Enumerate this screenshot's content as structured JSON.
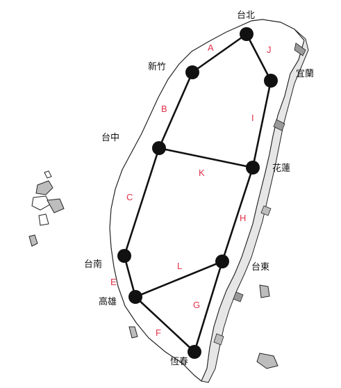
{
  "colors": {
    "background": "#ffffff",
    "outline": "#222222",
    "coast_shading": "#9a9a9a",
    "edge": "#111111",
    "node": "#111111",
    "edge_label": "#e0304a",
    "city_label": "#111111"
  },
  "cities": {
    "taipei": "台北",
    "hsinchu": "新竹",
    "yilan": "宜蘭",
    "taichung": "台中",
    "hualien": "花蓮",
    "tainan": "台南",
    "taitung": "台東",
    "kaohsiung": "高雄",
    "hengchun": "恆春"
  },
  "edges": {
    "A": "A",
    "B": "B",
    "C": "C",
    "D": "E",
    "F": "F",
    "G": "G",
    "H": "H",
    "I": "I",
    "J": "J",
    "K": "K",
    "L": "L"
  }
}
